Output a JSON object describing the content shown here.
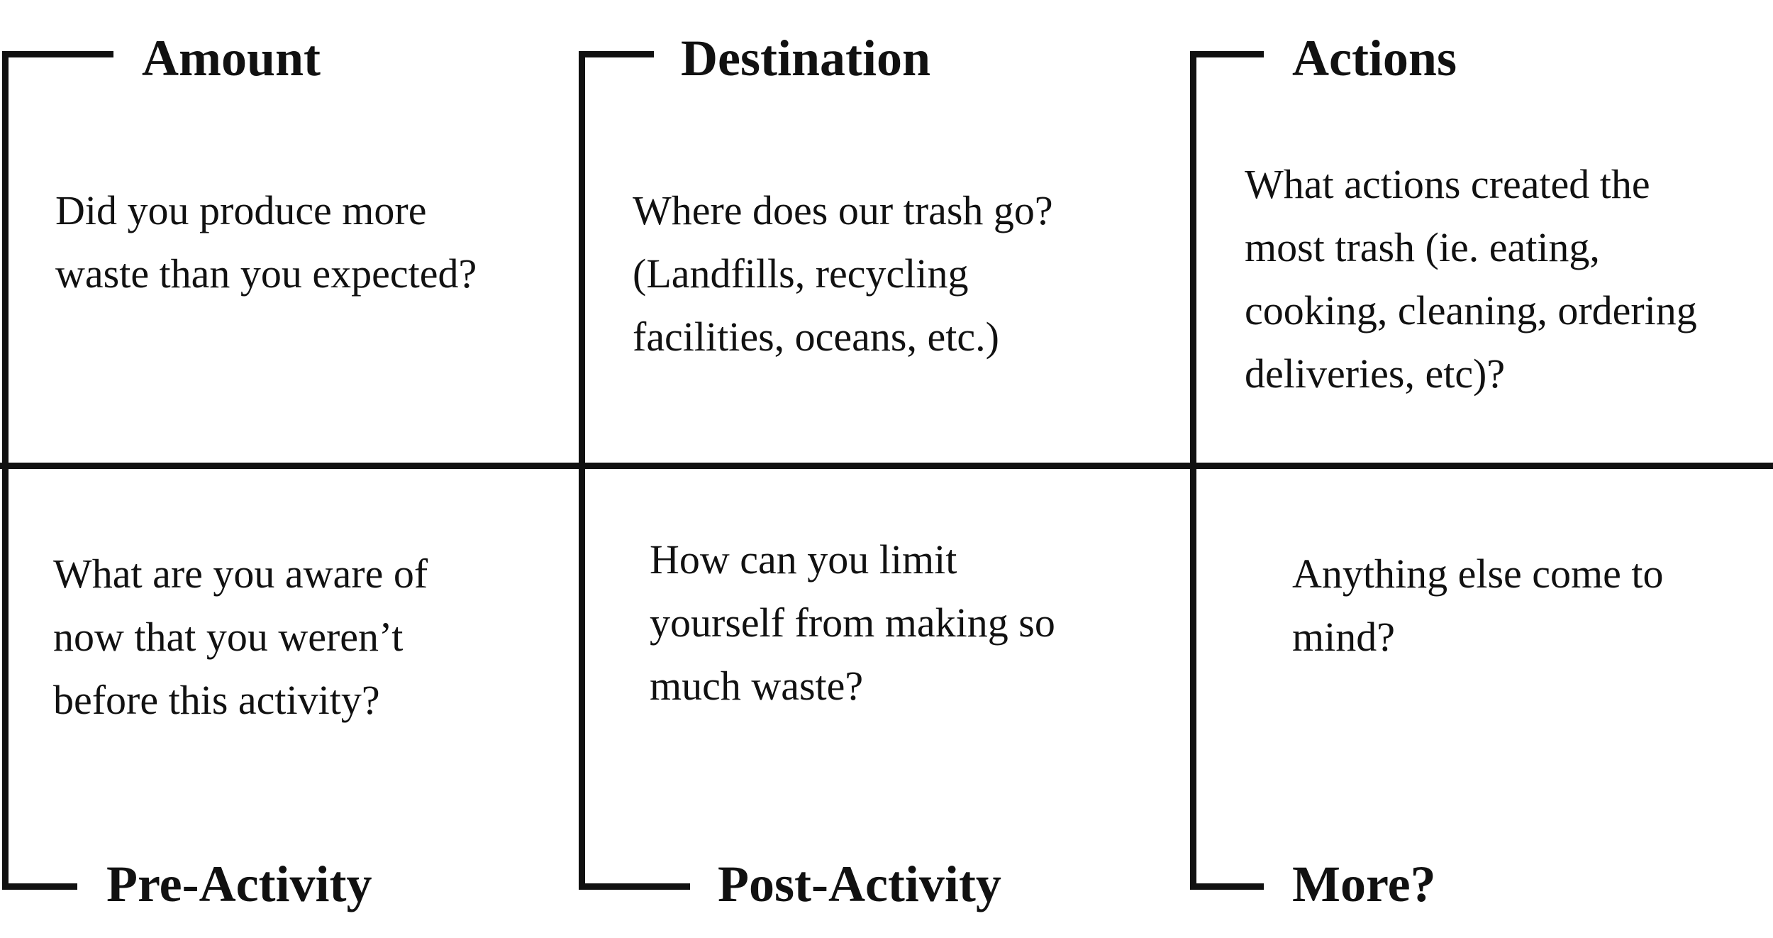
{
  "headings": {
    "amount": "Amount",
    "destination": "Destination",
    "actions": "Actions",
    "pre_activity": "Pre-Activity",
    "post_activity": "Post-Activity",
    "more": "More?"
  },
  "prompts": {
    "amount": "Did you produce more\nwaste than you expected?",
    "destination": "Where does our trash go?\n(Landfills, recycling\nfacilities, oceans, etc.)",
    "actions": "What actions created the\nmost trash (ie. eating,\ncooking, cleaning, ordering\ndeliveries, etc)?",
    "pre_activity": "What are you aware of\nnow that you weren’t\nbefore this activity?",
    "post_activity": "How can you limit\nyourself from making so\nmuch waste?",
    "more": "Anything else come to\nmind?"
  },
  "colors": {
    "ink": "#111111",
    "background": "#ffffff"
  }
}
